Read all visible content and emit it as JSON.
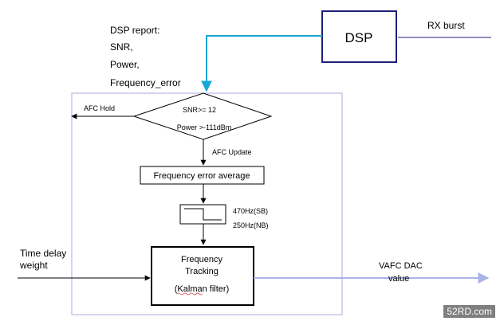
{
  "dsp": {
    "label": "DSP",
    "input_label": "RX burst",
    "report_lines": [
      "DSP report:",
      "SNR,",
      "Power,",
      "Frequency_error"
    ]
  },
  "decision": {
    "line1": "SNR>= 12",
    "line2": "Power >-111dBm",
    "no_branch_label": "AFC Hold",
    "yes_branch_label": "AFC Update"
  },
  "averager": {
    "label": "Frequency error average"
  },
  "filter": {
    "line1": "470Hz(SB)",
    "line2": "250Hz(NB)"
  },
  "tracking": {
    "line1": "Frequency",
    "line2": "Tracking",
    "line3": "(Kalman filter)",
    "input_label_line1": "Time delay",
    "input_label_line2": "weight",
    "output_label_line1": "VAFC DAC",
    "output_label_line2": "value"
  },
  "watermark": "52RD.com",
  "colors": {
    "dsp_border": "#1f1f7a",
    "dsp_link": "#1aa7d6",
    "container_border": "#c6c6e8",
    "output_arrow": "#a9b4e6"
  }
}
